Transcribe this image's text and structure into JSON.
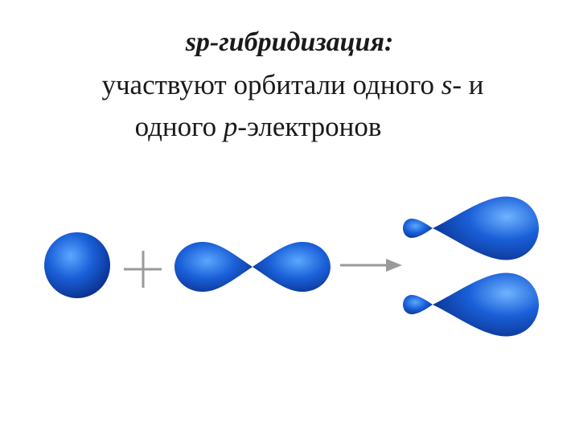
{
  "heading": {
    "title": "sp-гибридизация:",
    "line1_before": "участвуют орбитали одного ",
    "line1_s": "s",
    "line1_after": "- и",
    "line2_before": "одного ",
    "line2_p": "p",
    "line2_after": "-электронов"
  },
  "colors": {
    "orbital_light": "#5aa8ff",
    "orbital_mid": "#1a5fd8",
    "orbital_dark": "#0a2f8a",
    "operator": "#9a9a9a"
  },
  "icons": {
    "plus": "plus-sign",
    "arrow": "right-arrow"
  }
}
